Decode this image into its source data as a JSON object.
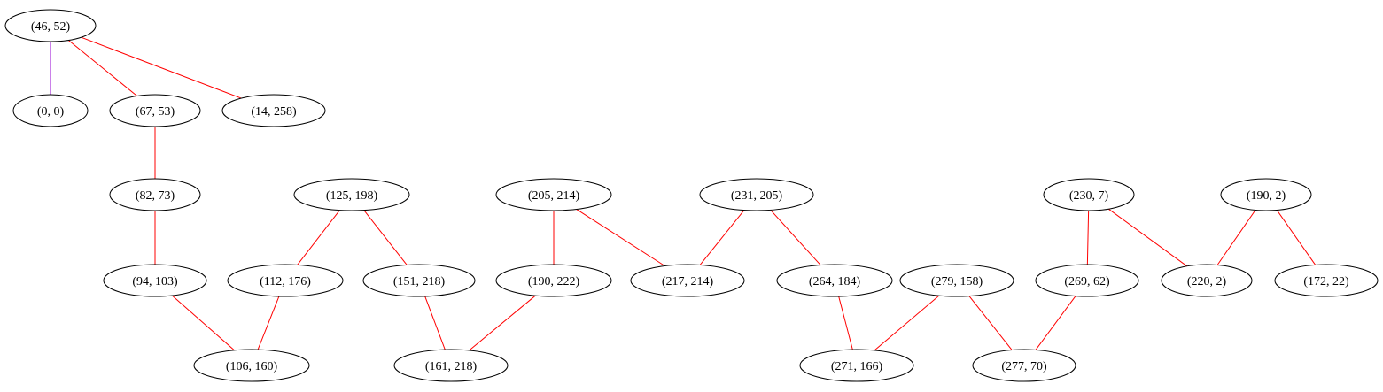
{
  "nodes": [
    {
      "id": "n46_52",
      "label": "(46, 52)"
    },
    {
      "id": "n0_0",
      "label": "(0, 0)"
    },
    {
      "id": "n67_53",
      "label": "(67, 53)"
    },
    {
      "id": "n14_258",
      "label": "(14, 258)"
    },
    {
      "id": "n82_73",
      "label": "(82, 73)"
    },
    {
      "id": "n94_103",
      "label": "(94, 103)"
    },
    {
      "id": "n106_160",
      "label": "(106, 160)"
    },
    {
      "id": "n125_198",
      "label": "(125, 198)"
    },
    {
      "id": "n112_176",
      "label": "(112, 176)"
    },
    {
      "id": "n151_218",
      "label": "(151, 218)"
    },
    {
      "id": "n161_218",
      "label": "(161, 218)"
    },
    {
      "id": "n205_214",
      "label": "(205, 214)"
    },
    {
      "id": "n190_222",
      "label": "(190, 222)"
    },
    {
      "id": "n217_214",
      "label": "(217, 214)"
    },
    {
      "id": "n231_205",
      "label": "(231, 205)"
    },
    {
      "id": "n264_184",
      "label": "(264, 184)"
    },
    {
      "id": "n271_166",
      "label": "(271, 166)"
    },
    {
      "id": "n279_158",
      "label": "(279, 158)"
    },
    {
      "id": "n277_70",
      "label": "(277, 70)"
    },
    {
      "id": "n230_7",
      "label": "(230, 7)"
    },
    {
      "id": "n269_62",
      "label": "(269, 62)"
    },
    {
      "id": "n220_2",
      "label": "(220, 2)"
    },
    {
      "id": "n190_2",
      "label": "(190, 2)"
    },
    {
      "id": "n172_22",
      "label": "(172, 22)"
    }
  ],
  "edges": [
    {
      "from": "n46_52",
      "to": "n0_0",
      "color": "#9400d3"
    },
    {
      "from": "n46_52",
      "to": "n67_53",
      "color": "#ff0000"
    },
    {
      "from": "n46_52",
      "to": "n14_258",
      "color": "#ff0000"
    },
    {
      "from": "n67_53",
      "to": "n82_73",
      "color": "#ff0000"
    },
    {
      "from": "n82_73",
      "to": "n94_103",
      "color": "#ff0000"
    },
    {
      "from": "n94_103",
      "to": "n106_160",
      "color": "#ff0000"
    },
    {
      "from": "n125_198",
      "to": "n112_176",
      "color": "#ff0000"
    },
    {
      "from": "n125_198",
      "to": "n151_218",
      "color": "#ff0000"
    },
    {
      "from": "n112_176",
      "to": "n106_160",
      "color": "#ff0000"
    },
    {
      "from": "n151_218",
      "to": "n161_218",
      "color": "#ff0000"
    },
    {
      "from": "n205_214",
      "to": "n190_222",
      "color": "#ff0000"
    },
    {
      "from": "n205_214",
      "to": "n217_214",
      "color": "#ff0000"
    },
    {
      "from": "n190_222",
      "to": "n161_218",
      "color": "#ff0000"
    },
    {
      "from": "n231_205",
      "to": "n217_214",
      "color": "#ff0000"
    },
    {
      "from": "n231_205",
      "to": "n264_184",
      "color": "#ff0000"
    },
    {
      "from": "n264_184",
      "to": "n271_166",
      "color": "#ff0000"
    },
    {
      "from": "n279_158",
      "to": "n271_166",
      "color": "#ff0000"
    },
    {
      "from": "n279_158",
      "to": "n277_70",
      "color": "#ff0000"
    },
    {
      "from": "n230_7",
      "to": "n269_62",
      "color": "#ff0000"
    },
    {
      "from": "n230_7",
      "to": "n220_2",
      "color": "#ff0000"
    },
    {
      "from": "n269_62",
      "to": "n277_70",
      "color": "#ff0000"
    },
    {
      "from": "n190_2",
      "to": "n220_2",
      "color": "#ff0000"
    },
    {
      "from": "n190_2",
      "to": "n172_22",
      "color": "#ff0000"
    }
  ]
}
